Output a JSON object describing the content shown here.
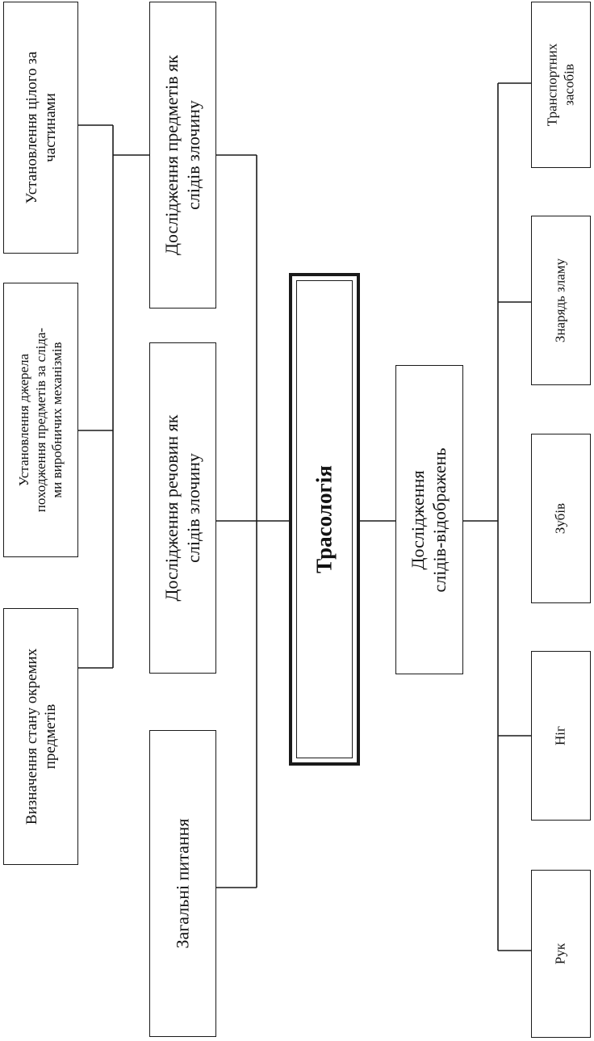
{
  "center": {
    "label": "Трасологія"
  },
  "branches": {
    "items_study": {
      "label": "Дослідження предметів як\nслідів злочину"
    },
    "substances_study": {
      "label": "Дослідження речовин як\nслідів злочину"
    },
    "general": {
      "label": "Загальні питання"
    },
    "imprints_study": {
      "label": "Дослідження\nслідів-відображень"
    }
  },
  "items_study_children": {
    "whole_by_parts": {
      "label": "Установлення цілого за\nчастинами"
    },
    "origin_source": {
      "label": "Установлення джерела\nпоходження предметів за сліда-\nми виробничих механізмів"
    },
    "condition": {
      "label": "Визначення стану окремих\nпредметів"
    }
  },
  "imprints_children": {
    "vehicles": {
      "label": "Транспортних\nзасобів"
    },
    "burglary_tools": {
      "label": "Знарядь зламу"
    },
    "teeth": {
      "label": "Зубів"
    },
    "feet": {
      "label": "Ніг"
    },
    "hands": {
      "label": "Рук"
    }
  }
}
